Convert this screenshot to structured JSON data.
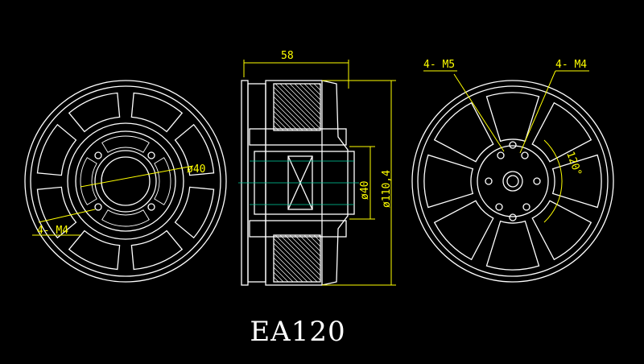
{
  "title": "EA120",
  "front_view": {
    "callout_hole": "4- M4",
    "dim_bolt_circle": "ø40"
  },
  "side_view": {
    "dim_length": "58",
    "dim_shaft_circle": "ø40",
    "dim_outer_diameter": "ø110,4"
  },
  "back_view": {
    "callout_hole_left": "4- M5",
    "callout_hole_right": "4- M4",
    "dim_angle": "120°"
  },
  "colors": {
    "background": "#000000",
    "outline": "#ffffff",
    "dimension": "#ffff00",
    "centerline": "#00d0a0"
  }
}
